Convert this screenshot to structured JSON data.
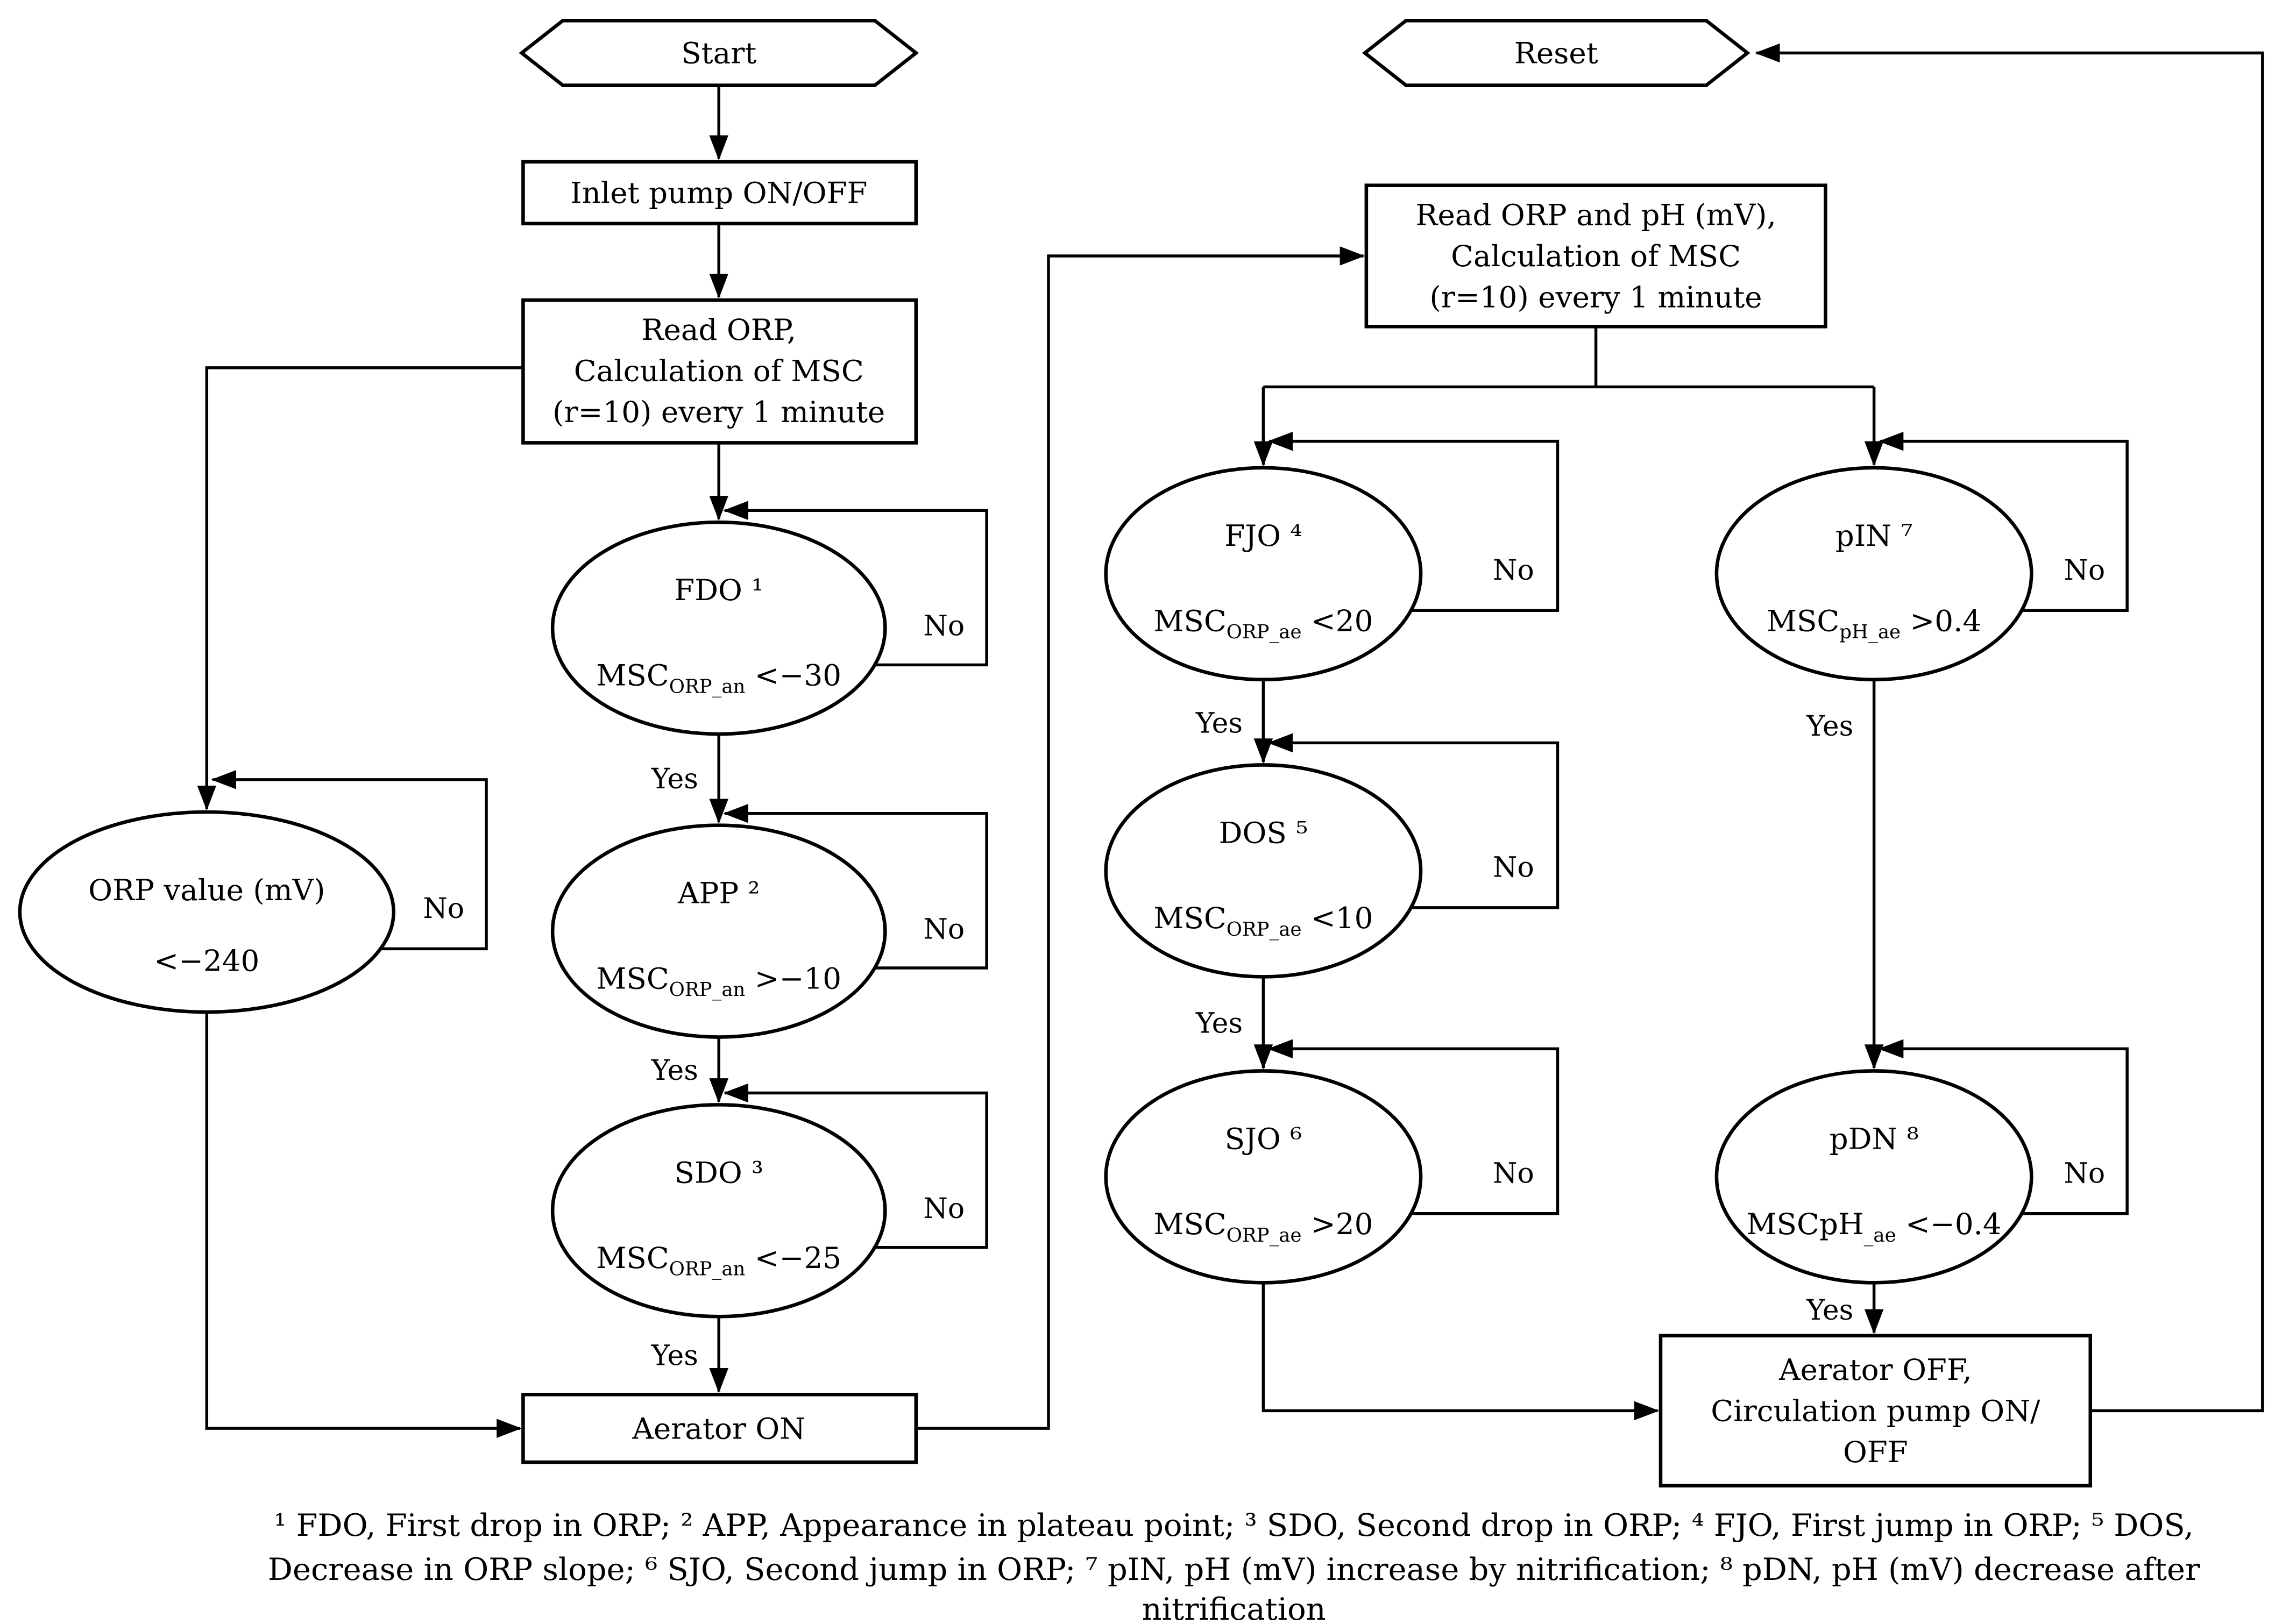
{
  "diagram": {
    "title_hint": "SBR aeration control flowchart",
    "labels": {
      "yes": "Yes",
      "no": "No"
    },
    "nodes": {
      "start": {
        "label": "Start"
      },
      "reset": {
        "label": "Reset"
      },
      "inlet_pump": {
        "label": "Inlet pump ON/OFF"
      },
      "read_orp": {
        "lines": [
          "Read ORP,",
          "Calculation of MSC",
          "(r=10) every 1 minute"
        ]
      },
      "read_orp_ph": {
        "lines": [
          "Read ORP and pH (mV),",
          "Calculation of MSC",
          "(r=10) every 1 minute"
        ]
      },
      "aerator_on": {
        "label": "Aerator ON"
      },
      "aerator_off": {
        "lines": [
          "Aerator OFF,",
          "Circulation pump ON/",
          "OFF"
        ]
      },
      "orp_value": {
        "line1": "ORP value (mV)",
        "line2": "<−240"
      },
      "fdo": {
        "title": "FDO ¹",
        "cond": {
          "pre": "MSC",
          "sub": "ORP_an",
          "post": " <−30"
        }
      },
      "app": {
        "title": "APP ²",
        "cond": {
          "pre": "MSC",
          "sub": "ORP_an",
          "post": " >−10"
        }
      },
      "sdo": {
        "title": "SDO ³",
        "cond": {
          "pre": "MSC",
          "sub": "ORP_an",
          "post": " <−25"
        }
      },
      "fjo": {
        "title": "FJO ⁴",
        "cond": {
          "pre": "MSC",
          "sub": "ORP_ae",
          "post": " <20"
        }
      },
      "dos": {
        "title": "DOS ⁵",
        "cond": {
          "pre": "MSC",
          "sub": "ORP_ae",
          "post": " <10"
        }
      },
      "sjo": {
        "title": "SJO ⁶",
        "cond": {
          "pre": "MSC",
          "sub": "ORP_ae",
          "post": " >20"
        }
      },
      "pin": {
        "title": "pIN ⁷",
        "cond": {
          "pre": "MSC",
          "sub": "pH_ae",
          "post": " >0.4"
        }
      },
      "pdn": {
        "title": "pDN ⁸",
        "cond": {
          "pre": "MSCpH",
          "sub": "_ae",
          "post": " <−0.4"
        }
      }
    },
    "footnote": {
      "lines": [
        "¹ FDO, First drop in ORP; ² APP, Appearance in plateau point; ³ SDO, Second drop in ORP; ⁴ FJO, First jump in ORP; ⁵ DOS,",
        "Decrease in ORP slope; ⁶ SJO, Second jump in ORP; ⁷ pIN, pH (mV) increase by nitrification; ⁸ pDN, pH (mV) decrease after",
        "nitrification"
      ]
    }
  }
}
